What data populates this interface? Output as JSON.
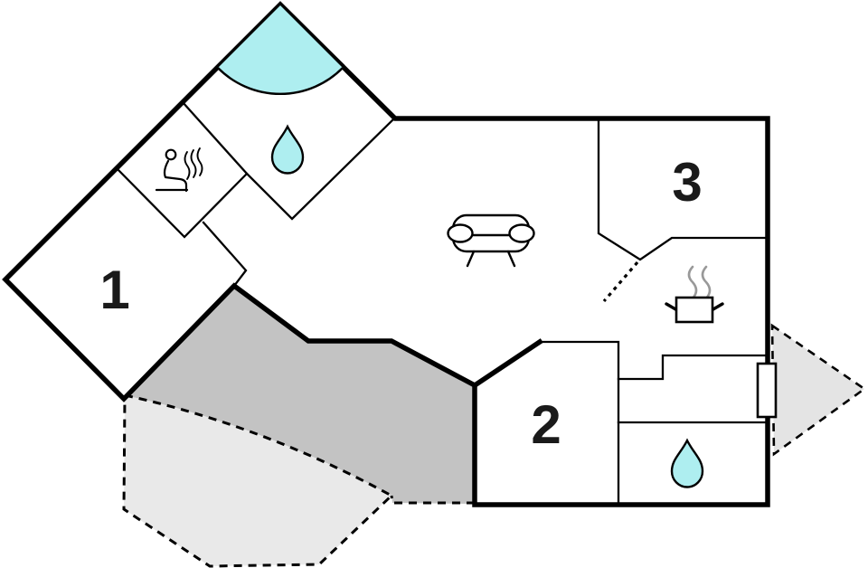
{
  "plan": {
    "type": "floor-plan",
    "rooms": [
      {
        "name": "room-1",
        "label": "1"
      },
      {
        "name": "room-2",
        "label": "2"
      },
      {
        "name": "room-3",
        "label": "3"
      }
    ],
    "features": {
      "sauna": "sauna-icon",
      "bathroom_top": "water-drop-icon",
      "corner_bath": "corner-bath-fan-icon",
      "living_room": "sofa-icon",
      "kitchen": "cooking-pot-icon",
      "bathroom_bottom": "water-drop-icon",
      "entrance_door": "door-marker",
      "entrance_direction": "dashed-arrow-marker",
      "outdoor_areas": [
        "terrace-dark",
        "terrace-light"
      ]
    },
    "colors": {
      "wall": "#000000",
      "water": "#aeeef0",
      "terrace_dark": "#c3c3c3",
      "terrace_light": "#e9e9e9",
      "arrow_fill": "#e4e4e4",
      "steam": "#999999",
      "background": "#ffffff"
    }
  }
}
